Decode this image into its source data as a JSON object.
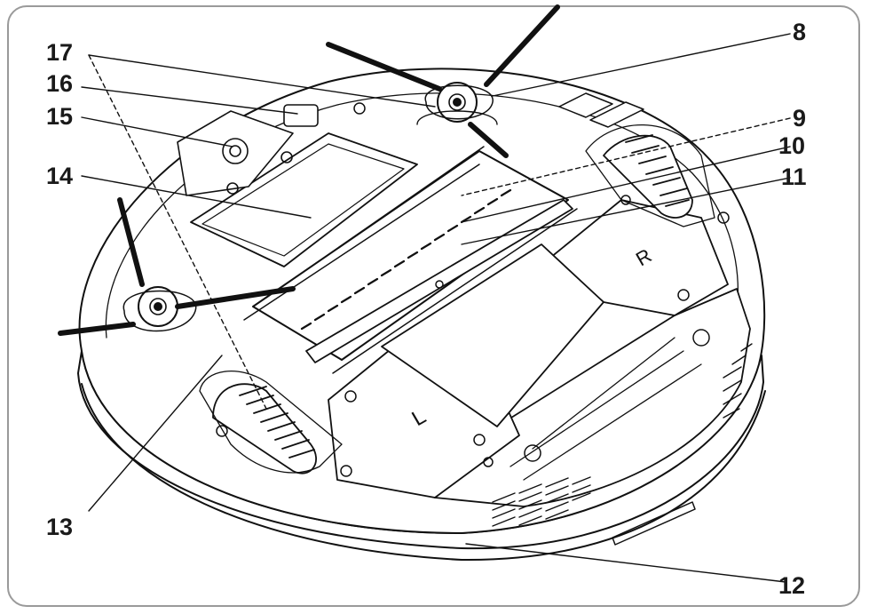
{
  "figure": {
    "colors": {
      "line": "#111111",
      "frame": "#9a9a9a",
      "fill": "#ffffff",
      "shade": "#e6e6e6"
    },
    "callouts": [
      {
        "id": "c17",
        "label": "17"
      },
      {
        "id": "c16",
        "label": "16"
      },
      {
        "id": "c15",
        "label": "15"
      },
      {
        "id": "c14",
        "label": "14"
      },
      {
        "id": "c8",
        "label": "8"
      },
      {
        "id": "c9",
        "label": "9"
      },
      {
        "id": "c10",
        "label": "10"
      },
      {
        "id": "c11",
        "label": "11"
      },
      {
        "id": "c13",
        "label": "13"
      },
      {
        "id": "c12",
        "label": "12"
      }
    ],
    "embossed_marks": {
      "left_wheel": "L",
      "right_wheel": "R"
    }
  }
}
